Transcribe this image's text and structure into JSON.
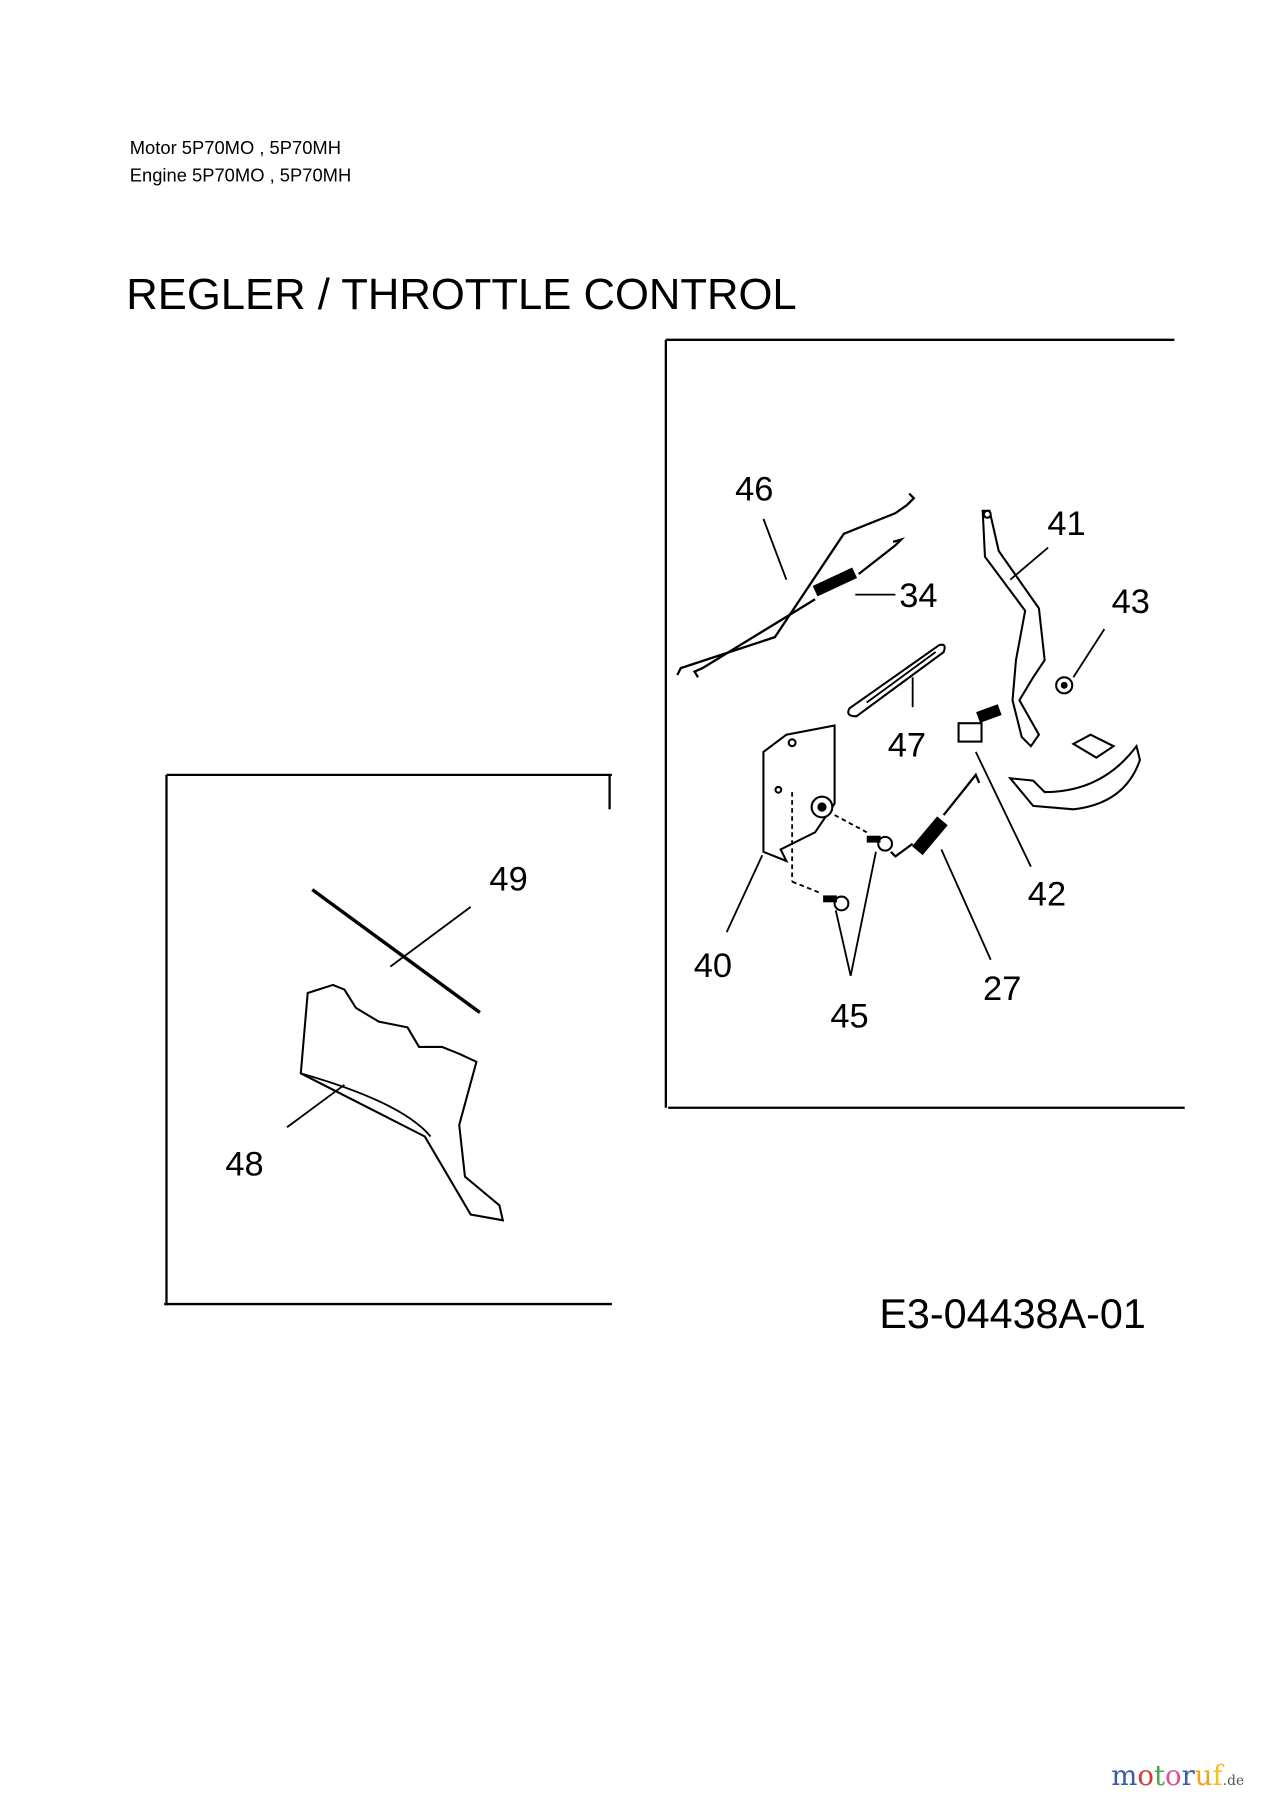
{
  "header": {
    "line1": "Motor 5P70MO , 5P70MH",
    "line2": "Engine 5P70MO , 5P70MH",
    "title": "REGLER / THROTTLE CONTROL"
  },
  "diagram": {
    "callouts": [
      "46",
      "41",
      "34",
      "43",
      "47",
      "42",
      "40",
      "27",
      "45",
      "49",
      "48"
    ],
    "drawing_code": "E3-04438A-01"
  },
  "watermark": {
    "text": "motoruf",
    "suffix": ".de",
    "colors": [
      "#3b5bab",
      "#d43a3a",
      "#4aa84a",
      "#e0508f",
      "#3b5bab",
      "#f0a020",
      "#f5c020"
    ]
  }
}
